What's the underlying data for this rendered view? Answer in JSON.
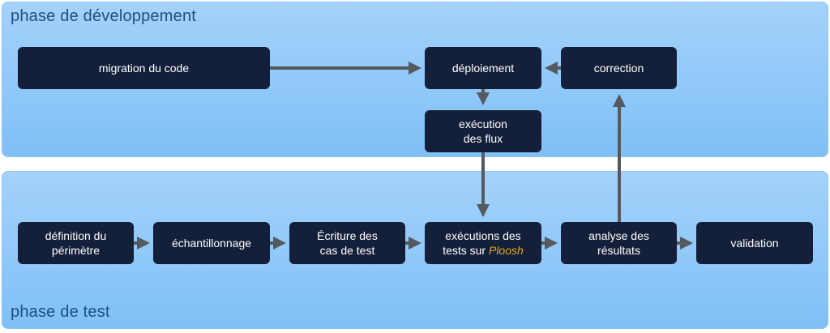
{
  "phases": {
    "dev": "phase de développement",
    "test": "phase de test"
  },
  "boxes": {
    "migration": "migration du code",
    "deploiement": "déploiement",
    "correction": "correction",
    "execution_line1": "exécution",
    "execution_line2": "des flux",
    "definition_line1": "définition du",
    "definition_line2": "périmètre",
    "echantillonnage": "échantillonnage",
    "ecriture_line1": "Écriture des",
    "ecriture_line2": "cas de test",
    "executions_line1": "exécutions des",
    "executions_line2": "tests sur ",
    "executions_accent": "Ploosh",
    "analyse_line1": "analyse des",
    "analyse_line2": "résultats",
    "validation": "validation"
  },
  "colors": {
    "phase_bg": "#a4d2fb",
    "box_bg": "#14203a",
    "arrow": "#555a60",
    "accent": "#e2a81e"
  }
}
